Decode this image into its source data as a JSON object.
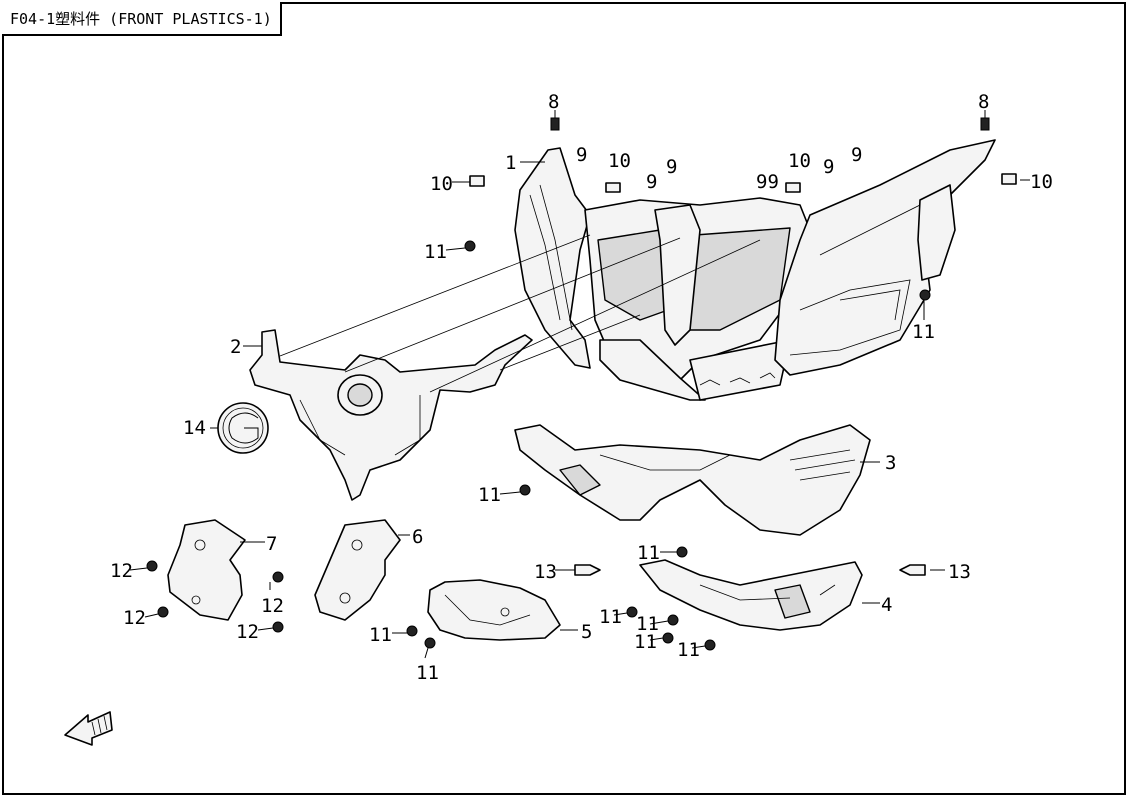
{
  "diagram": {
    "title": "F04-1塑料件 (FRONT PLASTICS-1)",
    "callouts": [
      {
        "id": "c-8a",
        "label": "8"
      },
      {
        "id": "c-8b",
        "label": "8"
      },
      {
        "id": "c-1",
        "label": "1"
      },
      {
        "id": "c-9a",
        "label": "9"
      },
      {
        "id": "c-10a",
        "label": "10"
      },
      {
        "id": "c-9b",
        "label": "9"
      },
      {
        "id": "c-9c",
        "label": "9"
      },
      {
        "id": "c-99",
        "label": "99"
      },
      {
        "id": "c-10b",
        "label": "10"
      },
      {
        "id": "c-9d",
        "label": "9"
      },
      {
        "id": "c-9e",
        "label": "9"
      },
      {
        "id": "c-10c",
        "label": "10"
      },
      {
        "id": "c-10d",
        "label": "10"
      },
      {
        "id": "c-11a",
        "label": "11"
      },
      {
        "id": "c-11b",
        "label": "11"
      },
      {
        "id": "c-2",
        "label": "2"
      },
      {
        "id": "c-14",
        "label": "14"
      },
      {
        "id": "c-3",
        "label": "3"
      },
      {
        "id": "c-11c",
        "label": "11"
      },
      {
        "id": "c-11d",
        "label": "11"
      },
      {
        "id": "c-7",
        "label": "7"
      },
      {
        "id": "c-6",
        "label": "6"
      },
      {
        "id": "c-12a",
        "label": "12"
      },
      {
        "id": "c-12b",
        "label": "12"
      },
      {
        "id": "c-12c",
        "label": "12"
      },
      {
        "id": "c-12d",
        "label": "12"
      },
      {
        "id": "c-13a",
        "label": "13"
      },
      {
        "id": "c-13b",
        "label": "13"
      },
      {
        "id": "c-4",
        "label": "4"
      },
      {
        "id": "c-5",
        "label": "5"
      },
      {
        "id": "c-11e",
        "label": "11"
      },
      {
        "id": "c-11f",
        "label": "11"
      },
      {
        "id": "c-11g",
        "label": "11"
      },
      {
        "id": "c-11h",
        "label": "11"
      },
      {
        "id": "c-11i",
        "label": "11"
      },
      {
        "id": "c-11j",
        "label": "11"
      },
      {
        "id": "c-11k",
        "label": "11"
      }
    ],
    "icons": [
      "front-direction-arrow-icon",
      "emblem-icon",
      "screw-icon",
      "clip-icon",
      "push-rivet-icon"
    ]
  }
}
